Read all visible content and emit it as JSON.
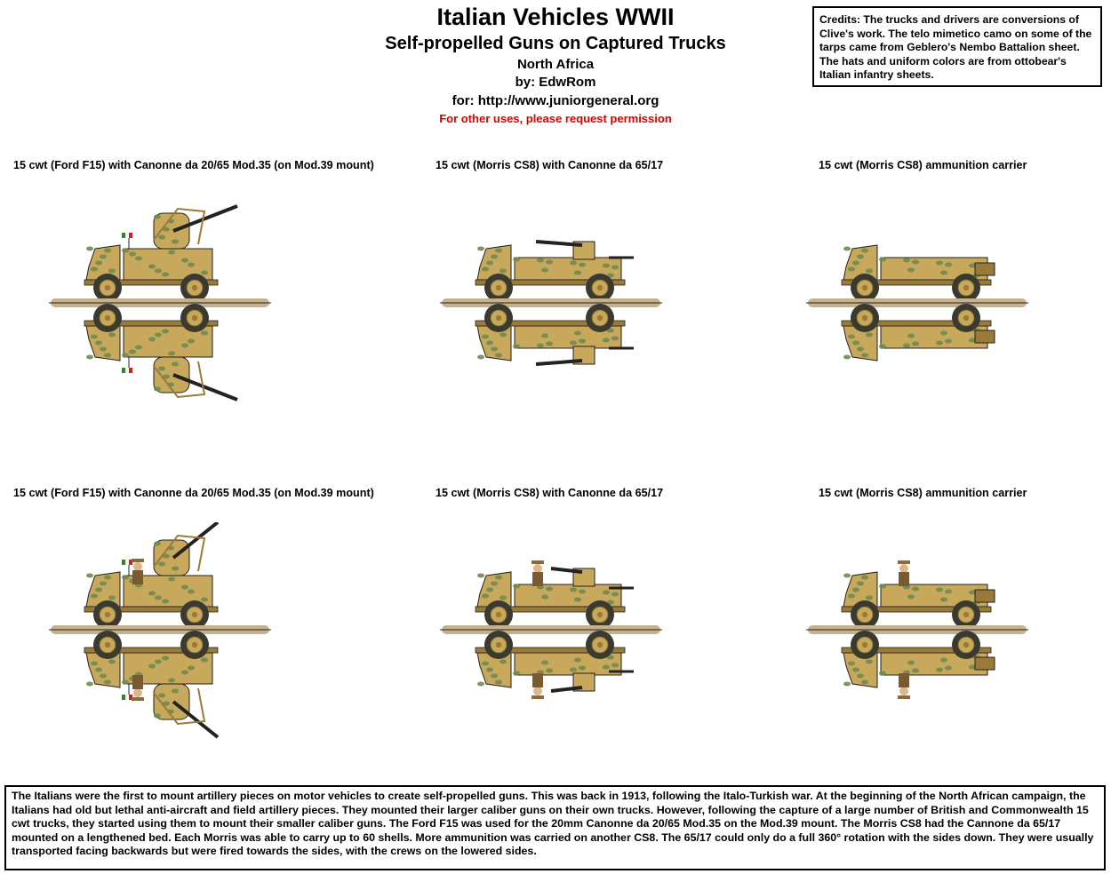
{
  "header": {
    "title": "Italian Vehicles WWII",
    "subtitle": "Self-propelled Guns on Captured Trucks",
    "region": "North Africa",
    "author": "by: EdwRom",
    "site": "for: http://www.juniorgeneral.org",
    "permission": "For other uses, please request permission"
  },
  "credits": "Credits: The trucks and drivers are conversions of Clive's work. The telo mimetico camo on some of the tarps came from Geblero's Nembo Battalion sheet. The hats and uniform colors are from ottobear's Italian infantry sheets.",
  "rows": [
    {
      "vehicles": [
        {
          "caption": "15 cwt (Ford F15) with Canonne da 20/65 Mod.35 (on Mod.39 mount)",
          "type": "ford-aa",
          "crew": false
        },
        {
          "caption": "15 cwt (Morris CS8) with Canonne da 65/17",
          "type": "morris-gun",
          "crew": false
        },
        {
          "caption": "15 cwt (Morris CS8) ammunition carrier",
          "type": "morris-ammo",
          "crew": false
        }
      ]
    },
    {
      "vehicles": [
        {
          "caption": "15 cwt (Ford F15) with Canonne da 20/65 Mod.35 (on Mod.39 mount)",
          "type": "ford-aa",
          "crew": true
        },
        {
          "caption": "15 cwt (Morris CS8) with Canonne da 65/17",
          "type": "morris-gun",
          "crew": true
        },
        {
          "caption": "15 cwt (Morris CS8) ammunition carrier",
          "type": "morris-ammo",
          "crew": true
        }
      ]
    }
  ],
  "description": "The Italians were the first to mount artillery pieces on motor vehicles to create self-propelled guns. This was back in 1913, following the Italo-Turkish war. At the beginning of the North African campaign, the Italians had old but lethal anti-aircraft and field artillery pieces. They mounted their larger caliber guns on their own trucks. However, following the capture of a large number of British and Commonwealth 15 cwt trucks, they started using them to mount their smaller caliber guns. The Ford F15 was used for the 20mm Canonne da 20/65 Mod.35 on the Mod.39 mount. The Morris CS8 had the Cannone da 65/17 mounted on a lengthened bed. Each Morris was able to carry up to 60 shells. More ammunition was carried on another CS8. The 65/17 could only do a full 360° rotation with the sides down. They were usually transported facing backwards but were fired towards the sides, with the crews on the lowered sides.",
  "colors": {
    "sand": "#c8a85a",
    "sand_dark": "#9a7a38",
    "camo_green": "#6e8a52",
    "base": "#c7b08c",
    "tyre": "#3a3a30",
    "permission_red": "#e00000"
  }
}
